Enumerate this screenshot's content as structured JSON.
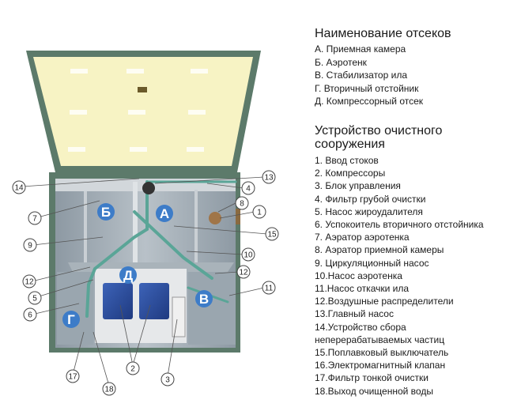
{
  "legend": {
    "sections_title": "Наименование отсеков",
    "sections": [
      "А. Приемная камера",
      "Б. Аэротенк",
      "В. Стабилизатор ила",
      "Г.  Вторичный отстойник",
      "Д. Компрессорный отсек"
    ],
    "device_title_line1": "Устройство очистного",
    "device_title_line2": "сооружения",
    "parts": [
      "1. Ввод стоков",
      "2. Компрессоры",
      "3. Блок управления",
      "4. Фильтр грубой очистки",
      "5. Насос жироудалителя",
      "6. Успокоитель вторичного отстойника",
      "7. Аэратор аэротенка",
      "8. Аэратор приемной камеры",
      "9. Циркуляционный насос",
      "10.Насос аэротенка",
      "11.Насос откачки ила",
      "12.Воздушные распределители",
      "13.Главный насос",
      "14.Устройство сбора",
      "15.Поплавковый выключатель",
      "16.Электромагнитный клапан",
      "17.Фильтр тонкой очистки",
      "18.Выход очищенной воды"
    ],
    "part14_cont": "неперерабатываемых частиц"
  },
  "compartments": {
    "A": "А",
    "B": "Б",
    "V": "В",
    "G": "Г",
    "D": "Д"
  },
  "callouts": {
    "c1": "1",
    "c2": "2",
    "c3": "3",
    "c4": "4",
    "c5": "5",
    "c6": "6",
    "c7": "7",
    "c8": "8",
    "c9": "9",
    "c10": "10",
    "c11": "11",
    "c12a": "12",
    "c12b": "12",
    "c13": "13",
    "c14": "14",
    "c15": "15",
    "c17": "17",
    "c18": "18"
  },
  "colors": {
    "lid": "#f7f3c4",
    "frame": "#5c7a6a",
    "compartment_label": "#3d7cc8",
    "pipe": "#5aa597",
    "compressor": "#2a4b9c"
  }
}
